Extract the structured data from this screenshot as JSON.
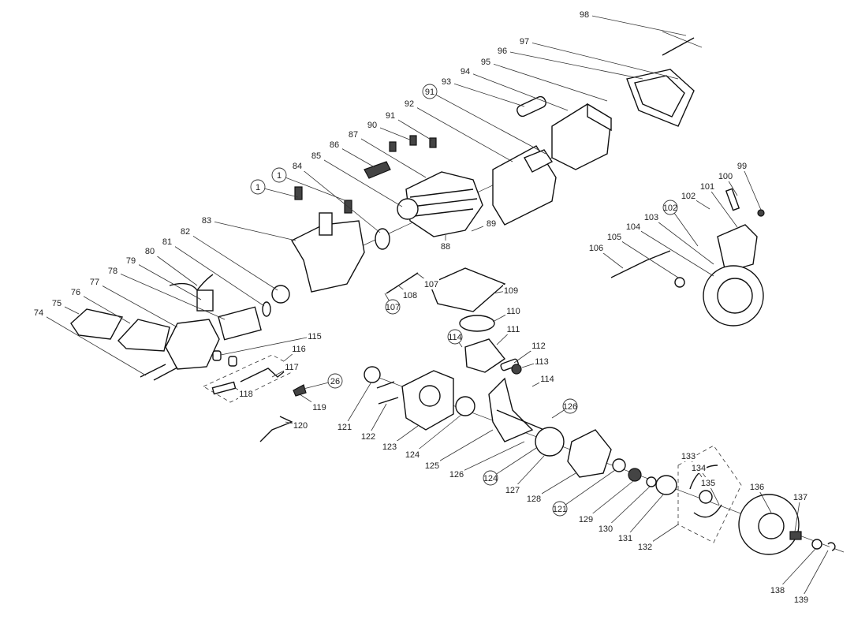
{
  "diagram": {
    "type": "exploded parts diagram",
    "labels": [
      {
        "text": "98",
        "circled": false
      },
      {
        "text": "97",
        "circled": false
      },
      {
        "text": "96",
        "circled": false
      },
      {
        "text": "95",
        "circled": false
      },
      {
        "text": "94",
        "circled": false
      },
      {
        "text": "93",
        "circled": false
      },
      {
        "text": "91",
        "circled": true
      },
      {
        "text": "92",
        "circled": false
      },
      {
        "text": "91",
        "circled": false
      },
      {
        "text": "90",
        "circled": false
      },
      {
        "text": "87",
        "circled": false
      },
      {
        "text": "86",
        "circled": false
      },
      {
        "text": "85",
        "circled": false
      },
      {
        "text": "84",
        "circled": false
      },
      {
        "text": "1",
        "circled": true
      },
      {
        "text": "1",
        "circled": true
      },
      {
        "text": "83",
        "circled": false
      },
      {
        "text": "82",
        "circled": false
      },
      {
        "text": "81",
        "circled": false
      },
      {
        "text": "80",
        "circled": false
      },
      {
        "text": "79",
        "circled": false
      },
      {
        "text": "78",
        "circled": false
      },
      {
        "text": "77",
        "circled": false
      },
      {
        "text": "76",
        "circled": false
      },
      {
        "text": "75",
        "circled": false
      },
      {
        "text": "74",
        "circled": false
      },
      {
        "text": "115",
        "circled": false
      },
      {
        "text": "116",
        "circled": false
      },
      {
        "text": "117",
        "circled": false
      },
      {
        "text": "118",
        "circled": false
      },
      {
        "text": "26",
        "circled": true
      },
      {
        "text": "119",
        "circled": false
      },
      {
        "text": "120",
        "circled": false
      },
      {
        "text": "89",
        "circled": false
      },
      {
        "text": "88",
        "circled": false
      },
      {
        "text": "107",
        "circled": false
      },
      {
        "text": "108",
        "circled": false
      },
      {
        "text": "107",
        "circled": true
      },
      {
        "text": "109",
        "circled": false
      },
      {
        "text": "110",
        "circled": false
      },
      {
        "text": "111",
        "circled": false
      },
      {
        "text": "114",
        "circled": true
      },
      {
        "text": "112",
        "circled": false
      },
      {
        "text": "113",
        "circled": false
      },
      {
        "text": "114",
        "circled": false
      },
      {
        "text": "99",
        "circled": false
      },
      {
        "text": "100",
        "circled": false
      },
      {
        "text": "101",
        "circled": false
      },
      {
        "text": "102",
        "circled": false
      },
      {
        "text": "102",
        "circled": true
      },
      {
        "text": "103",
        "circled": false
      },
      {
        "text": "104",
        "circled": false
      },
      {
        "text": "105",
        "circled": false
      },
      {
        "text": "106",
        "circled": false
      },
      {
        "text": "121",
        "circled": false
      },
      {
        "text": "122",
        "circled": false
      },
      {
        "text": "123",
        "circled": false
      },
      {
        "text": "124",
        "circled": false
      },
      {
        "text": "125",
        "circled": false
      },
      {
        "text": "126",
        "circled": false
      },
      {
        "text": "124",
        "circled": true
      },
      {
        "text": "127",
        "circled": false
      },
      {
        "text": "128",
        "circled": false
      },
      {
        "text": "121",
        "circled": true
      },
      {
        "text": "129",
        "circled": false
      },
      {
        "text": "130",
        "circled": false
      },
      {
        "text": "131",
        "circled": false
      },
      {
        "text": "132",
        "circled": false
      },
      {
        "text": "133",
        "circled": false
      },
      {
        "text": "134",
        "circled": false
      },
      {
        "text": "135",
        "circled": false
      },
      {
        "text": "136",
        "circled": false
      },
      {
        "text": "137",
        "circled": false
      },
      {
        "text": "138",
        "circled": false
      },
      {
        "text": "139",
        "circled": false
      },
      {
        "text": "126",
        "circled": true
      }
    ]
  }
}
